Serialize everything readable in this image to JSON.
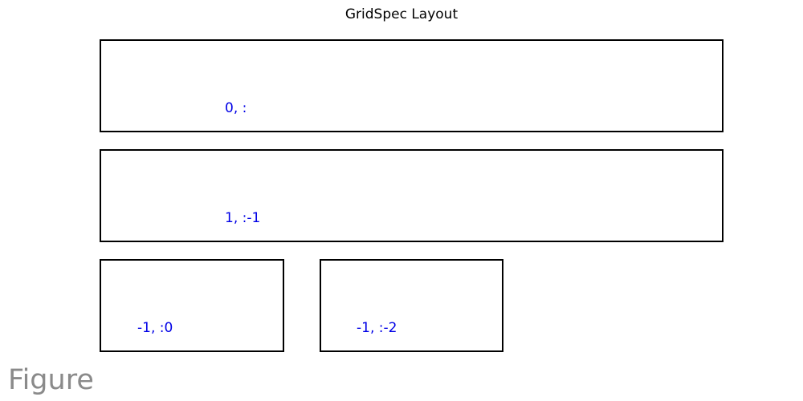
{
  "title": "GridSpec Layout",
  "cells": [
    {
      "label": "0, :"
    },
    {
      "label": "1, :-1"
    },
    {
      "label": "-1, :0"
    },
    {
      "label": "-1, :-2"
    }
  ],
  "label_color": "#0000e6",
  "watermark": "Figure"
}
